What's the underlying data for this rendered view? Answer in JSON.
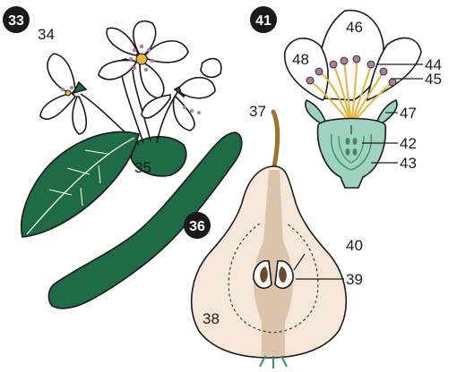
{
  "badges": {
    "b33": "33",
    "b36": "36",
    "b41": "41"
  },
  "labels": {
    "l34": "34",
    "l35": "35",
    "l37": "37",
    "l38": "38",
    "l39": "39",
    "l40": "40",
    "l42": "42",
    "l43": "43",
    "l44": "44",
    "l45": "45",
    "l46": "46",
    "l47": "47",
    "l48": "48"
  },
  "colors": {
    "leaf_green": "#1f6b45",
    "pear_flesh": "#f6e7d8",
    "pear_core": "#dcc3ac",
    "seed_brown": "#6b4a2a",
    "stem_brown": "#a0702c",
    "ovary_green": "#9fd3c0",
    "ovary_dark": "#3f8a6c",
    "filament_yellow": "#e8b43a",
    "anther_pink": "#b07aa0"
  }
}
